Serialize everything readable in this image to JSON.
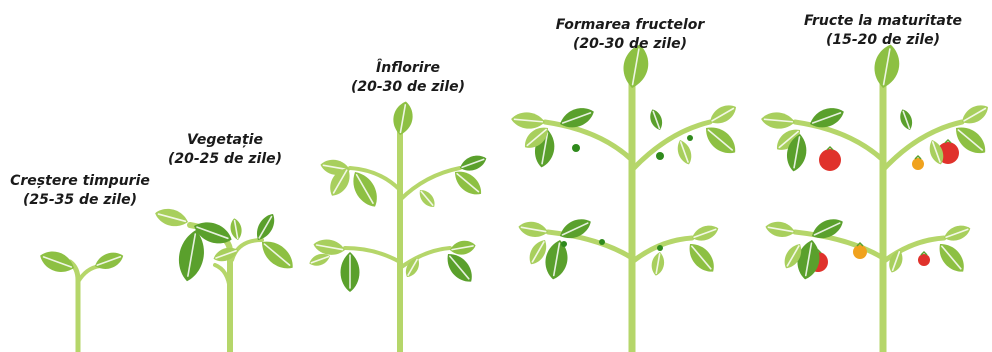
{
  "colors": {
    "stem": "#b5d66a",
    "leaf_light": "#a8cf5d",
    "leaf_mid": "#8dc043",
    "leaf_dark": "#5aa02c",
    "vein": "#ffffff",
    "fruit_green": "#2f8a1c",
    "fruit_red": "#e0322b",
    "fruit_orange": "#f0a21e"
  },
  "stages": [
    {
      "title": "Creștere timpurie",
      "duration": "(25-35 de zile)",
      "icon": "seedling-icon"
    },
    {
      "title": "Vegetație",
      "duration": "(20-25 de zile)",
      "icon": "young-plant-icon"
    },
    {
      "title": "Înflorire",
      "duration": "(20-30 de zile)",
      "icon": "flowering-plant-icon"
    },
    {
      "title": "Formarea fructelor",
      "duration": "(20-30 de zile)",
      "icon": "fruiting-plant-icon"
    },
    {
      "title": "Fructe la maturitate",
      "duration": "(15-20 de zile)",
      "icon": "mature-plant-icon"
    }
  ]
}
